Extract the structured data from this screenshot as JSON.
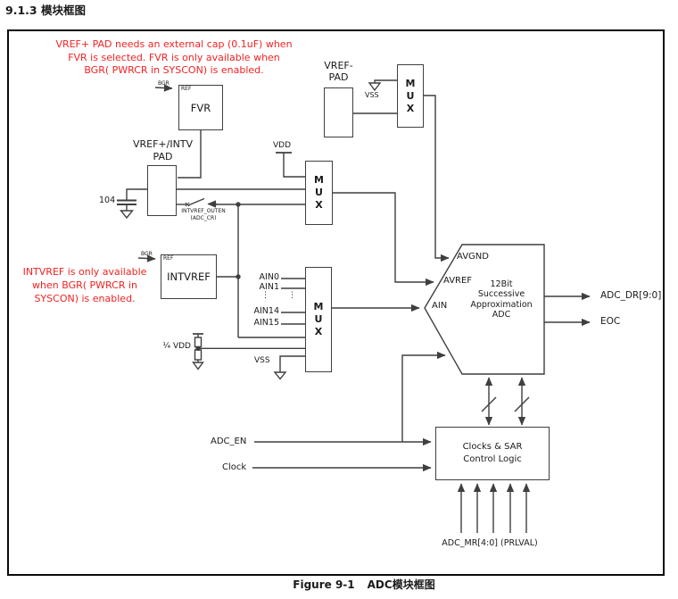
{
  "header": {
    "section_title": "9.1.3 模块框图"
  },
  "caption": {
    "figure_label": "Figure 9-1",
    "figure_title": "ADC模块框图"
  },
  "colors": {
    "note_red": "#f32222",
    "line": "#3f3f3f"
  },
  "notes": {
    "vref_pad_note": [
      "VREF+ PAD needs an external cap (0.1uF) when",
      "FVR is selected. FVR is only available when",
      "BGR( PWRCR in SYSCON) is enabled."
    ],
    "intvref_note": [
      "INTVREF is only available",
      "when BGR( PWRCR in",
      "SYSCON) is enabled."
    ]
  },
  "blocks": {
    "fvr": {
      "label": "FVR",
      "port": "REF",
      "enable": "BGR"
    },
    "intvref": {
      "label": "INTVREF",
      "port": "REF",
      "enable": "BGR"
    },
    "vref_minus_pad": {
      "line1": "VREF-",
      "line2": "PAD"
    },
    "vref_plus_pad": {
      "line1": "VREF+/INTV",
      "line2": "PAD"
    },
    "mux_letters": [
      "M",
      "U",
      "X"
    ],
    "adc_core": {
      "lines": [
        "12Bit",
        "Successive",
        "Approximation",
        "ADC"
      ],
      "port_avgnd": "AVGND",
      "port_avref": "AVREF",
      "port_ain": "AIN"
    },
    "control": {
      "lines": [
        "Clocks & SAR",
        "Control Logic"
      ]
    }
  },
  "signals": {
    "vdd": "VDD",
    "vss_top": "VSS",
    "vss_bottom": "VSS",
    "cap_value": "104",
    "quarter_vdd": "¼ VDD",
    "switch_name": "INTVREF_OUTEN",
    "switch_reg": "(ADC_CR)",
    "ain_inputs": [
      "AIN0",
      "AIN1",
      "AIN14",
      "AIN15"
    ],
    "ellipsis": "⋮",
    "adc_en": "ADC_EN",
    "clock": "Clock",
    "adc_dr": "ADC_DR[9:0]",
    "eoc": "EOC",
    "adc_mr": "ADC_MR[4:0] (PRLVAL)"
  }
}
